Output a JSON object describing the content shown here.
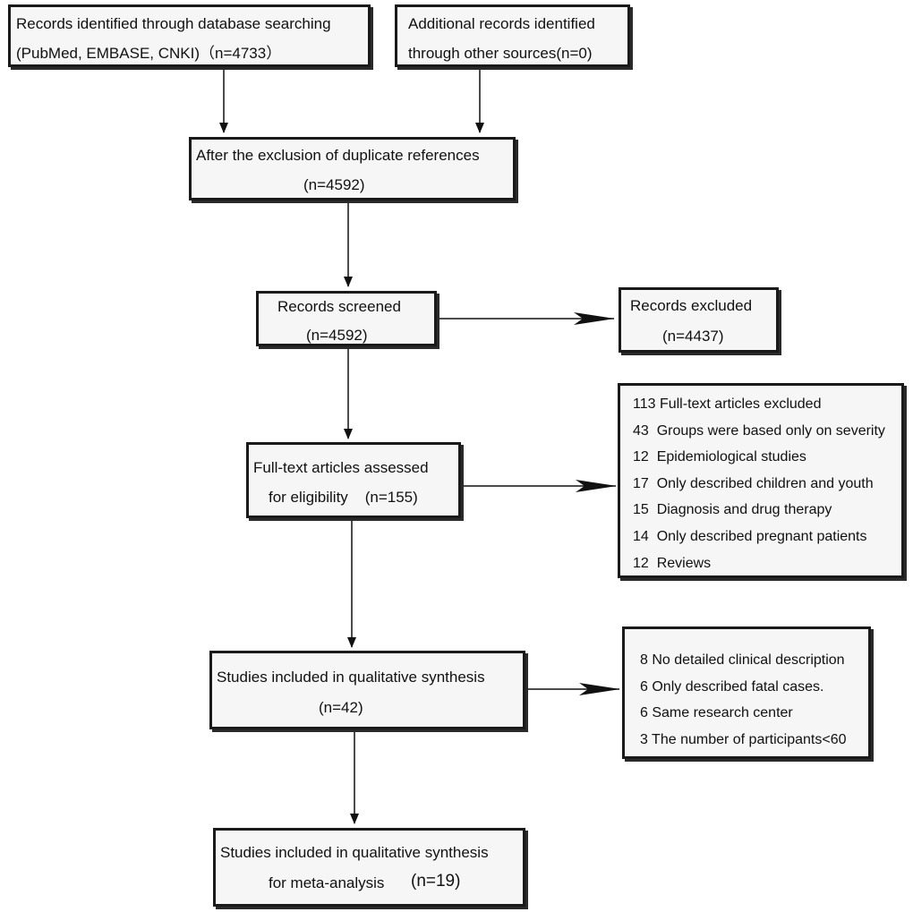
{
  "boxes": {
    "identified": {
      "line1": "Records identified through database searching",
      "line2": "(PubMed, EMBASE, CNKI)（n=4733）"
    },
    "additional": {
      "line1": "Additional records identified",
      "line2": "through other sources(n=0)"
    },
    "duplicates": {
      "line1": "After the exclusion of duplicate references",
      "line2": "(n=4592)"
    },
    "screened": {
      "line1": "Records screened",
      "line2": "(n=4592)"
    },
    "excluded": {
      "line1": "Records excluded",
      "line2": "(n=4437)"
    },
    "fulltext": {
      "line1": "Full-text articles assessed",
      "line2": "for eligibility    (n=155)"
    },
    "fulltext_excluded": {
      "items": [
        "113 Full-text articles excluded",
        "43  Groups were based only on severity",
        "12  Epidemiological studies",
        "17  Only described children and youth",
        "15  Diagnosis and drug therapy",
        "14  Only described pregnant patients",
        "12  Reviews"
      ]
    },
    "qualitative": {
      "line1": "Studies included in qualitative synthesis",
      "line2": "(n=42)"
    },
    "qualitative_excluded": {
      "items": [
        "8 No detailed clinical description",
        "6 Only described fatal cases.",
        "6 Same research center",
        "3 The number of participants<60"
      ]
    },
    "meta": {
      "line1": "Studies included in qualitative synthesis",
      "line2a": "for meta-analysis",
      "line2b": "(n=19)"
    }
  }
}
